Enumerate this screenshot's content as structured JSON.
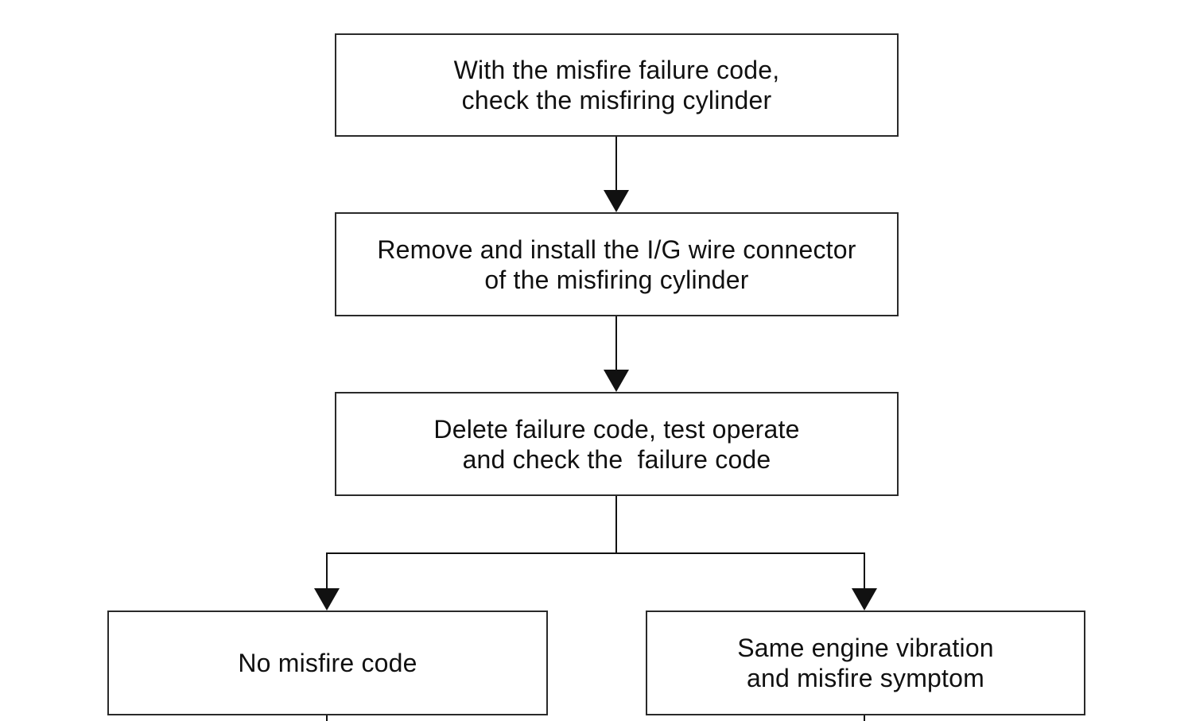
{
  "flowchart": {
    "steps": [
      {
        "id": "check-cylinder",
        "lines": [
          "With the misfire failure code,",
          "check the misfiring cylinder"
        ]
      },
      {
        "id": "reinstall-connector",
        "lines": [
          "Remove and install the I/G wire connector",
          "of the misfiring cylinder"
        ]
      },
      {
        "id": "delete-and-test",
        "lines": [
          "Delete failure code, test operate",
          "and check the  failure code"
        ]
      },
      {
        "id": "no-misfire",
        "lines": [
          "No misfire code"
        ]
      },
      {
        "id": "same-symptom",
        "lines": [
          "Same engine vibration",
          "and misfire symptom"
        ]
      }
    ],
    "edges": [
      {
        "from": "check-cylinder",
        "to": "reinstall-connector"
      },
      {
        "from": "reinstall-connector",
        "to": "delete-and-test"
      },
      {
        "from": "delete-and-test",
        "to": "no-misfire"
      },
      {
        "from": "delete-and-test",
        "to": "same-symptom"
      }
    ],
    "colors": {
      "line": "#111111",
      "box_border": "#2a2a2a",
      "background": "#ffffff"
    }
  }
}
